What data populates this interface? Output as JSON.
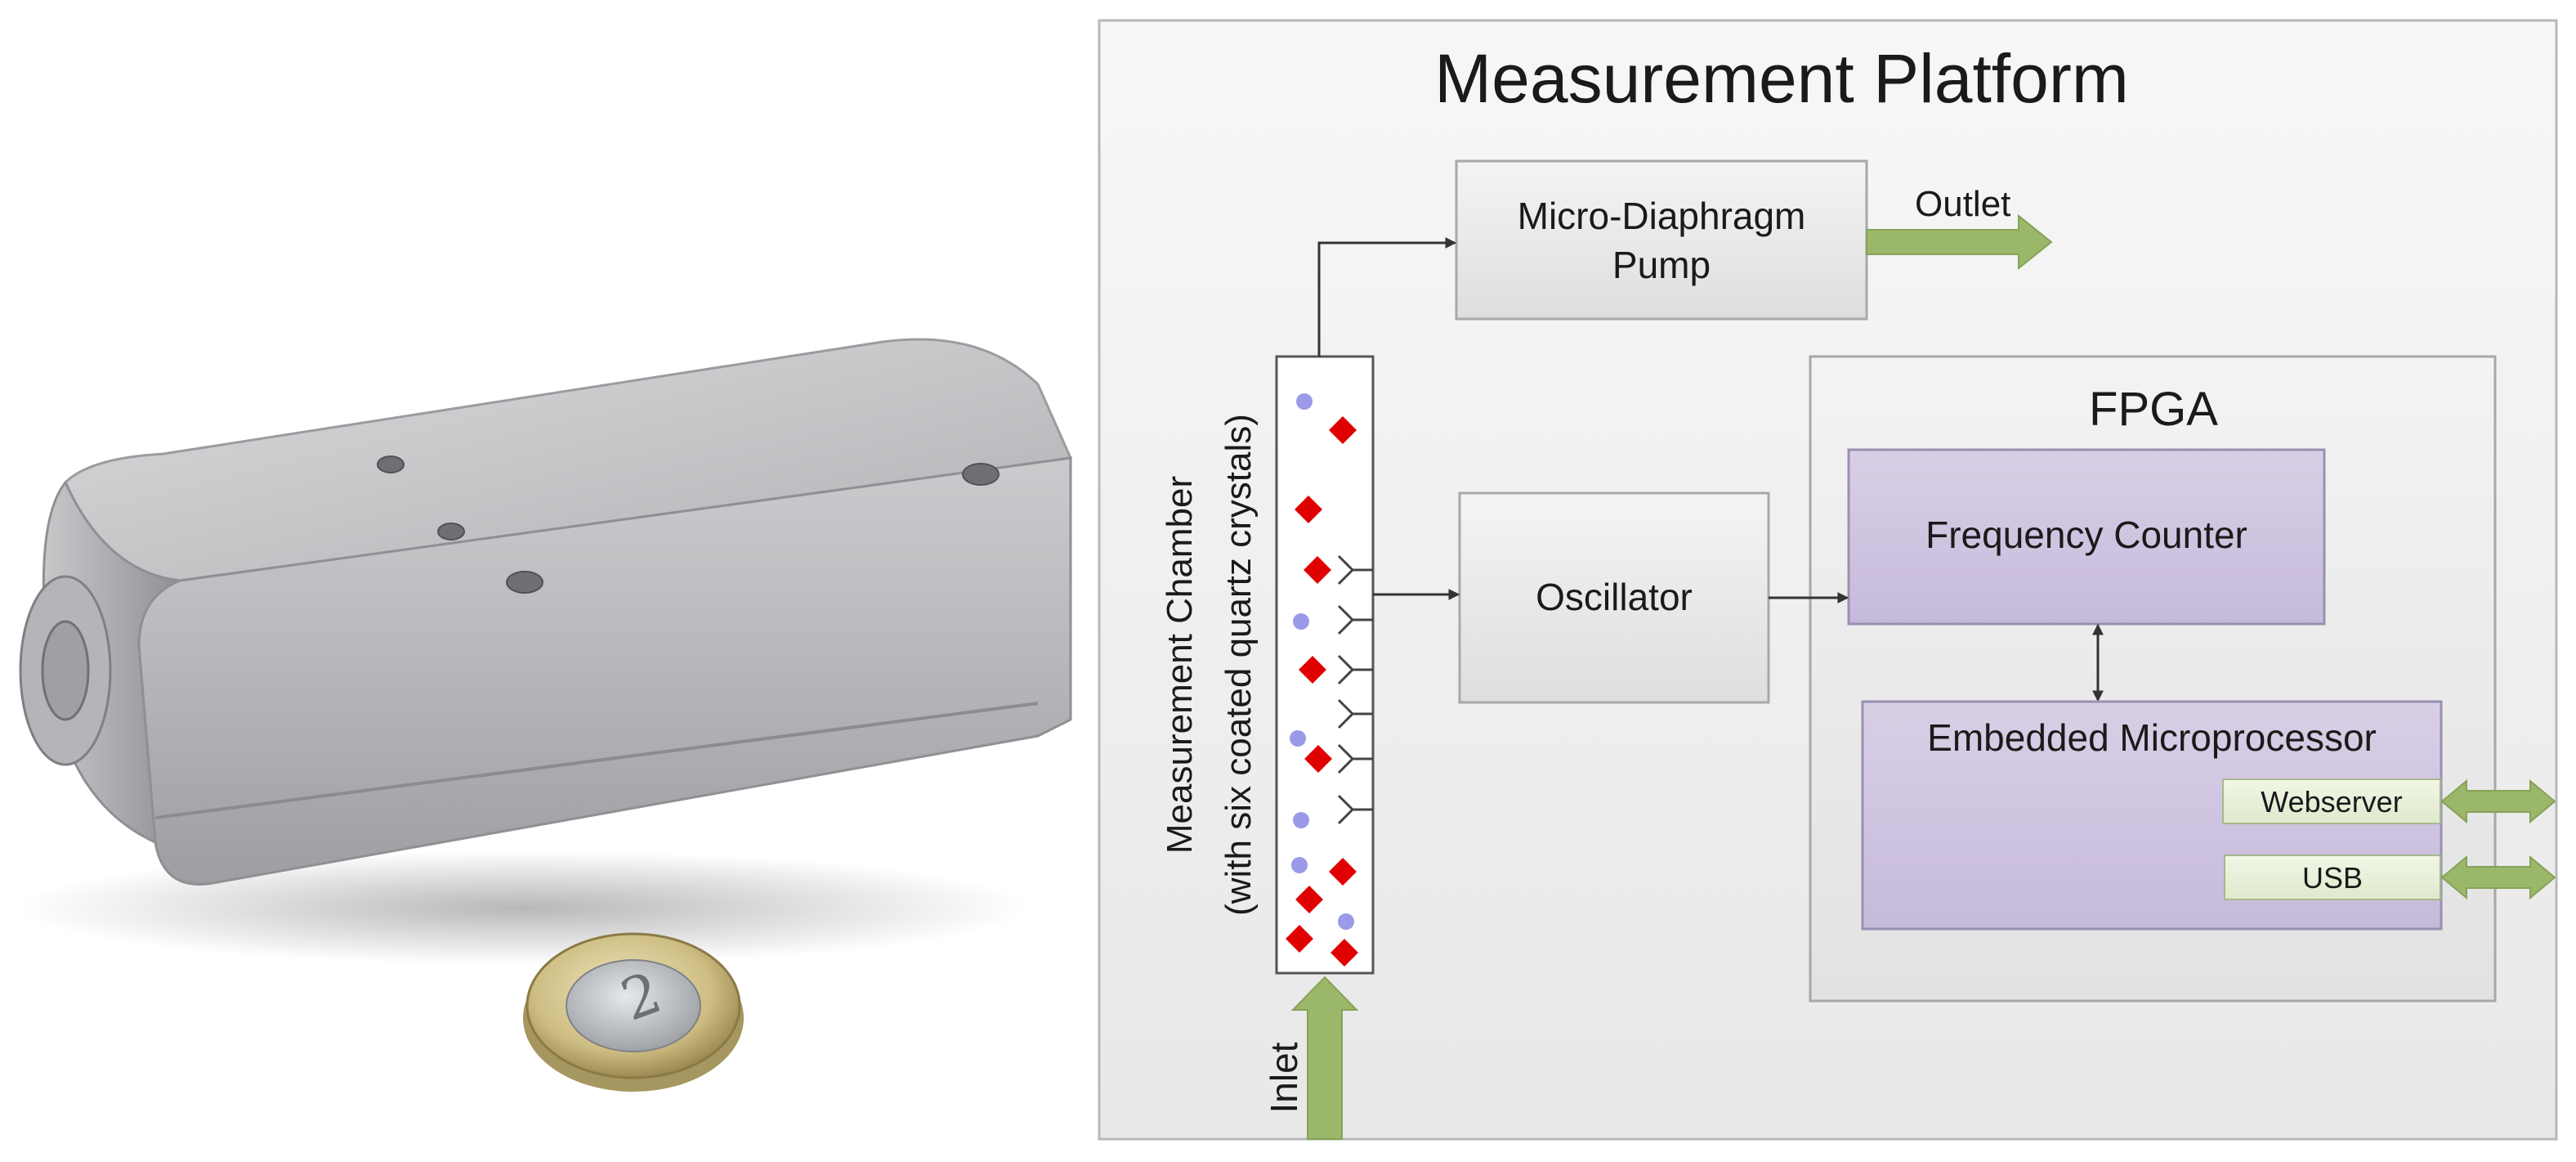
{
  "platform": {
    "title": "Measurement Platform"
  },
  "pump": {
    "line1": "Micro-Diaphragm",
    "line2": "Pump"
  },
  "outlet": {
    "label": "Outlet"
  },
  "inlet": {
    "label": "Inlet"
  },
  "chamber": {
    "line1": "Measurement Chamber",
    "line2": "(with six coated quartz crystals)"
  },
  "oscillator": {
    "label": "Oscillator"
  },
  "fpga": {
    "label": "FPGA"
  },
  "frequency_counter": {
    "label": "Frequency Counter"
  },
  "microprocessor": {
    "label": "Embedded Microprocessor"
  },
  "ports": {
    "webserver": "Webserver",
    "usb": "USB"
  },
  "photo": {
    "coin_text": "2"
  },
  "colors": {
    "fpga_block": "#cfc4e0",
    "gray_block": "#e9e9e9",
    "arrow_green": "#9bb76a",
    "particle_red": "#e00000",
    "particle_blue": "#9a9ae8"
  }
}
